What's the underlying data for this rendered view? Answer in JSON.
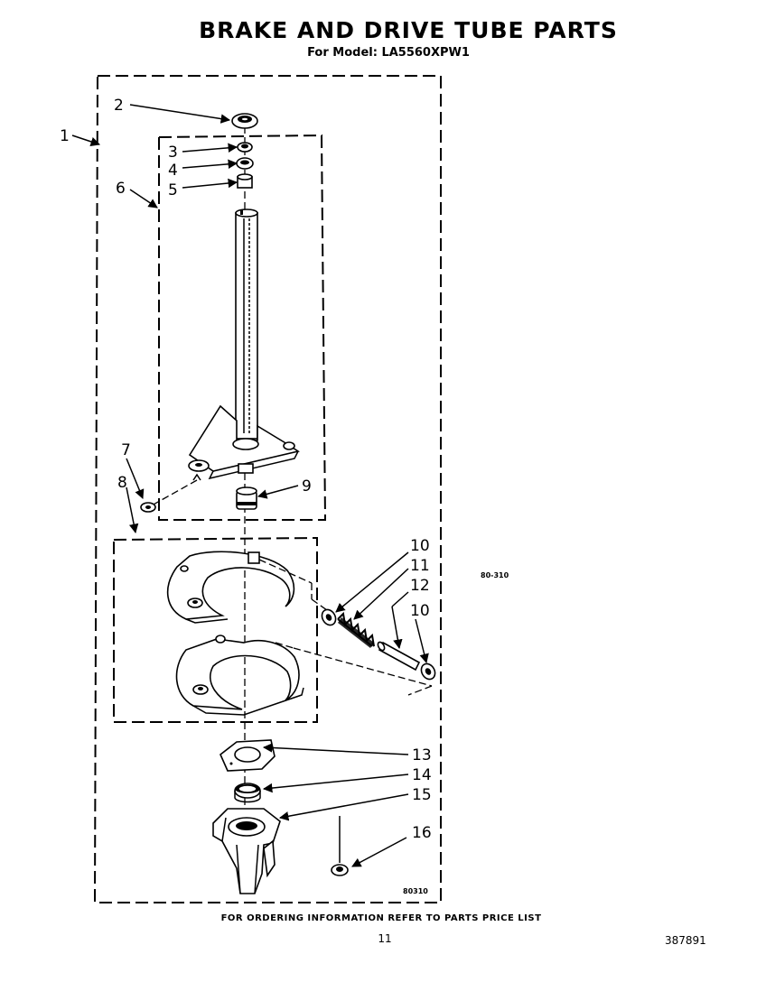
{
  "header": {
    "title": "BRAKE AND DRIVE TUBE PARTS",
    "model_line": "For Model: LA5560XPW1"
  },
  "callouts": {
    "c1": "1",
    "c2": "2",
    "c3": "3",
    "c4": "4",
    "c5": "5",
    "c6": "6",
    "c7": "7",
    "c8": "8",
    "c9": "9",
    "c10a": "10",
    "c11": "11",
    "c12": "12",
    "c10b": "10",
    "c13": "13",
    "c14": "14",
    "c15": "15",
    "c16": "16"
  },
  "codes": {
    "side": "80-310",
    "bottom": "80310"
  },
  "footer": {
    "ordering_note": "FOR ORDERING INFORMATION REFER TO PARTS PRICE LIST",
    "page_number": "11",
    "doc_number": "387891"
  }
}
